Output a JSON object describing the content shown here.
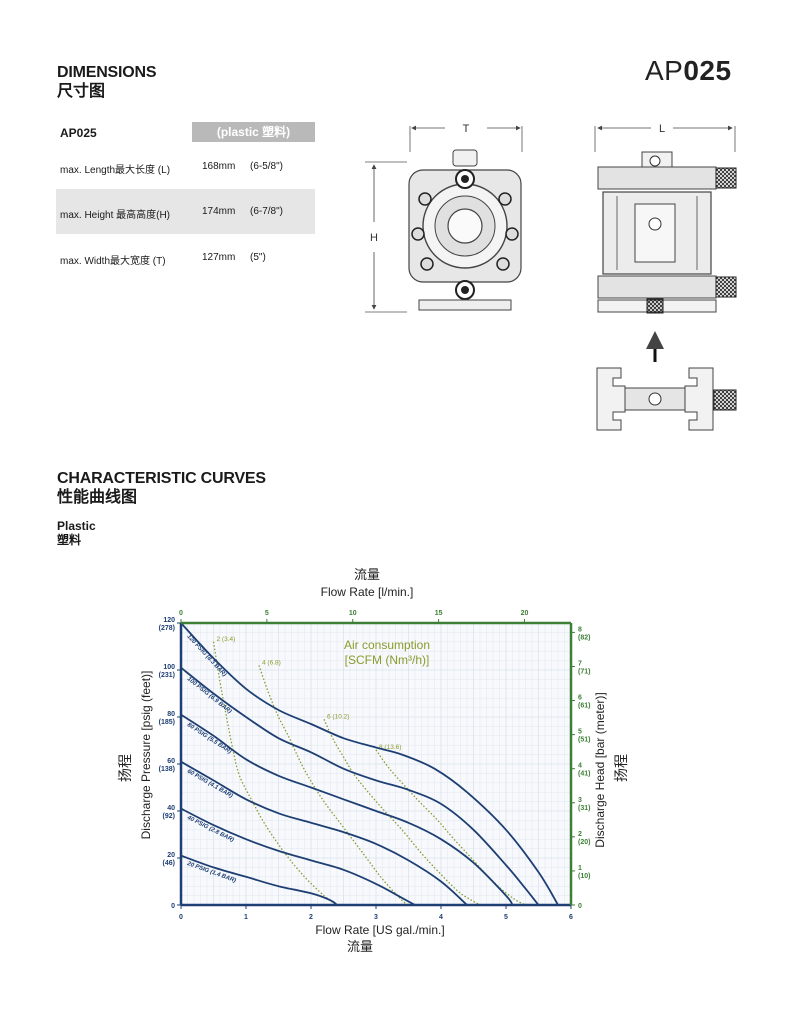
{
  "header": {
    "dimensions_title": "DIMENSIONS",
    "dimensions_title_cn": "尺寸图",
    "model_prefix": "AP",
    "model_number": "025"
  },
  "dimensions_table": {
    "model": "AP025",
    "material": "(plastic 塑料)",
    "rows": [
      {
        "label": "max. Length最大长度 (L)",
        "mm": "168mm",
        "inch": "(6-5/8\")"
      },
      {
        "label": "max. Height 最高高度(H)",
        "mm": "174mm",
        "inch": "(6-7/8\")"
      },
      {
        "label": "max. Width最大宽度 (T)",
        "mm": "127mm",
        "inch": "(5\")"
      }
    ]
  },
  "drawing_labels": {
    "width": "T",
    "height": "H",
    "length": "L"
  },
  "curves_section": {
    "title": "CHARACTERISTIC CURVES",
    "title_cn": "性能曲线图",
    "subtitle": "Plastic",
    "subtitle_cn": "塑料"
  },
  "chart_data": {
    "type": "line",
    "top_axis_cn": "流量",
    "top_axis_label": "Flow Rate  [l/min.]",
    "top_ticks": [
      "0",
      "5",
      "10",
      "15",
      "20"
    ],
    "xlabel": "Flow Rate [US gal./min.]",
    "xlabel_cn": "流量",
    "ylabel": "Discharge Pressure [psig (feet)]",
    "ylabel_cn": "扬程",
    "y2label": "Discharge Head [bar (meter)]",
    "y2label_cn": "扬程",
    "xlim": [
      0,
      6
    ],
    "ylim": [
      0,
      120
    ],
    "x_ticks": [
      "0",
      "1",
      "2",
      "3",
      "4",
      "5",
      "6"
    ],
    "y_ticks": [
      {
        "v": 0,
        "a": "0",
        "b": ""
      },
      {
        "v": 20,
        "a": "20",
        "b": "(46)"
      },
      {
        "v": 40,
        "a": "40",
        "b": "(92)"
      },
      {
        "v": 60,
        "a": "60",
        "b": "(138)"
      },
      {
        "v": 80,
        "a": "80",
        "b": "(185)"
      },
      {
        "v": 100,
        "a": "100",
        "b": "(231)"
      },
      {
        "v": 120,
        "a": "120",
        "b": "(278)"
      }
    ],
    "y2_ticks": [
      {
        "v": 0,
        "a": "0",
        "b": ""
      },
      {
        "v": 14.5,
        "a": "1",
        "b": "(10)"
      },
      {
        "v": 29,
        "a": "2",
        "b": "(20)"
      },
      {
        "v": 43.5,
        "a": "3",
        "b": "(31)"
      },
      {
        "v": 58,
        "a": "4",
        "b": "(41)"
      },
      {
        "v": 72.5,
        "a": "5",
        "b": "(51)"
      },
      {
        "v": 87,
        "a": "6",
        "b": "(61)"
      },
      {
        "v": 101.5,
        "a": "7",
        "b": "(71)"
      },
      {
        "v": 116,
        "a": "8",
        "b": "(82)"
      }
    ],
    "legend_title": "Air consumption",
    "legend_units": "[SCFM (Nm³/h)]",
    "series": [
      {
        "name": "120 PSIG (8.3 BAR)",
        "points": [
          [
            0,
            120
          ],
          [
            0.5,
            105
          ],
          [
            1.0,
            92
          ],
          [
            1.5,
            83
          ],
          [
            2.0,
            77
          ],
          [
            2.5,
            71
          ],
          [
            3.0,
            67
          ],
          [
            3.4,
            64
          ],
          [
            3.9,
            58
          ],
          [
            4.4,
            48
          ],
          [
            5.0,
            32
          ],
          [
            5.5,
            14
          ],
          [
            5.8,
            0
          ]
        ]
      },
      {
        "name": "100 PSIG (6.9 BAR)",
        "points": [
          [
            0,
            101
          ],
          [
            0.5,
            90
          ],
          [
            1.0,
            80
          ],
          [
            1.5,
            71
          ],
          [
            2.0,
            65
          ],
          [
            2.5,
            58
          ],
          [
            3.0,
            53
          ],
          [
            3.5,
            49
          ],
          [
            4.0,
            43
          ],
          [
            4.5,
            32
          ],
          [
            5.0,
            17
          ],
          [
            5.3,
            7
          ],
          [
            5.5,
            0
          ]
        ]
      },
      {
        "name": "80 PSIG (5.5 BAR)",
        "points": [
          [
            0,
            81
          ],
          [
            0.5,
            72
          ],
          [
            1.0,
            62
          ],
          [
            1.5,
            55
          ],
          [
            2.0,
            50
          ],
          [
            2.5,
            45
          ],
          [
            3.0,
            40
          ],
          [
            3.5,
            35
          ],
          [
            4.0,
            28
          ],
          [
            4.5,
            18
          ],
          [
            5.0,
            4
          ],
          [
            5.1,
            0
          ]
        ]
      },
      {
        "name": "60 PSIG (4.1 BAR)",
        "points": [
          [
            0,
            61
          ],
          [
            0.5,
            53
          ],
          [
            1.0,
            45
          ],
          [
            1.5,
            39
          ],
          [
            2.0,
            35
          ],
          [
            2.5,
            31
          ],
          [
            3.0,
            26
          ],
          [
            3.5,
            19
          ],
          [
            4.0,
            10
          ],
          [
            4.4,
            0
          ]
        ]
      },
      {
        "name": "40 PSIG (2.8 BAR)",
        "points": [
          [
            0,
            41
          ],
          [
            0.5,
            34
          ],
          [
            1.0,
            28
          ],
          [
            1.5,
            23
          ],
          [
            2.0,
            19
          ],
          [
            2.5,
            15
          ],
          [
            3.0,
            9
          ],
          [
            3.4,
            3
          ],
          [
            3.6,
            0
          ]
        ]
      },
      {
        "name": "20 PSIG (1.4 BAR)",
        "points": [
          [
            0,
            21
          ],
          [
            0.5,
            16
          ],
          [
            1.0,
            12
          ],
          [
            1.5,
            8
          ],
          [
            2.0,
            5
          ],
          [
            2.3,
            2
          ],
          [
            2.4,
            0
          ]
        ]
      }
    ],
    "air_curves": [
      {
        "name": "2 (3.4)",
        "points": [
          [
            0.5,
            112
          ],
          [
            0.6,
            95
          ],
          [
            0.7,
            80
          ],
          [
            0.8,
            66
          ],
          [
            0.9,
            55
          ],
          [
            1.1,
            44
          ],
          [
            1.3,
            34
          ],
          [
            1.6,
            22
          ],
          [
            1.9,
            12
          ],
          [
            2.2,
            4
          ],
          [
            2.4,
            0
          ]
        ]
      },
      {
        "name": "4 (6.8)",
        "points": [
          [
            1.2,
            102
          ],
          [
            1.35,
            90
          ],
          [
            1.5,
            80
          ],
          [
            1.65,
            72
          ],
          [
            1.8,
            63
          ],
          [
            1.95,
            55
          ],
          [
            2.2,
            44
          ],
          [
            2.5,
            33
          ],
          [
            2.8,
            22
          ],
          [
            3.1,
            11
          ],
          [
            3.4,
            2
          ],
          [
            3.5,
            0
          ]
        ]
      },
      {
        "name": "6 (10.2)",
        "points": [
          [
            2.2,
            79
          ],
          [
            2.35,
            70
          ],
          [
            2.5,
            63
          ],
          [
            2.65,
            56
          ],
          [
            2.85,
            49
          ],
          [
            3.1,
            41
          ],
          [
            3.4,
            32
          ],
          [
            3.7,
            22
          ],
          [
            4.0,
            13
          ],
          [
            4.3,
            5
          ],
          [
            4.6,
            0
          ]
        ]
      },
      {
        "name": "8 (13.6)",
        "points": [
          [
            3.0,
            66
          ],
          [
            3.15,
            60
          ],
          [
            3.3,
            55
          ],
          [
            3.5,
            49
          ],
          [
            3.7,
            43
          ],
          [
            3.95,
            36
          ],
          [
            4.2,
            28
          ],
          [
            4.5,
            19
          ],
          [
            4.8,
            10
          ],
          [
            5.1,
            3
          ],
          [
            5.3,
            0
          ]
        ]
      }
    ],
    "grid": true,
    "colors": {
      "pressure": "#1e3f73",
      "air": "#8a9b2c",
      "axis_left": "#1e3f73",
      "axis_right": "#3d7f35",
      "grid": "#dbe3ec"
    }
  }
}
